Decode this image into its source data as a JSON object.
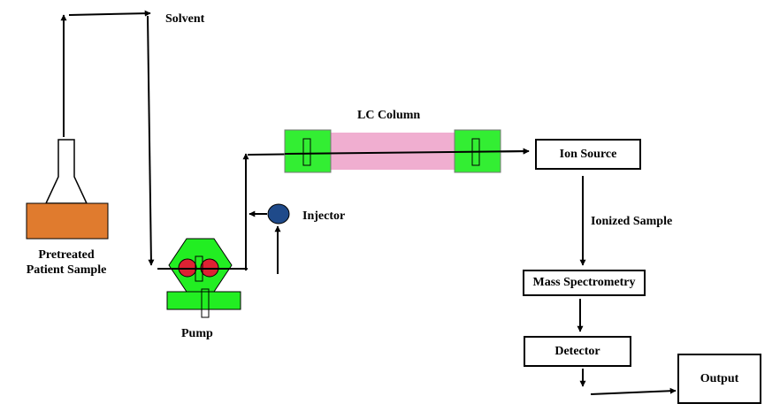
{
  "labels": {
    "solvent": "Solvent",
    "sample_line1": "Pretreated",
    "sample_line2": "Patient Sample",
    "pump": "Pump",
    "injector": "Injector",
    "lc_column": "LC Column",
    "ion_source": "Ion Source",
    "ionized_sample": "Ionized Sample",
    "mass_spectrometry": "Mass Spectrometry",
    "detector": "Detector",
    "output": "Output"
  },
  "colors": {
    "pump_body": "#22ee22",
    "pump_rotor": "#dd2233",
    "sample_block": "#e07b2e",
    "column_end": "#33ee33",
    "column_tube": "#f0aed0",
    "injector": "#1f4a8a",
    "line": "#000000"
  }
}
